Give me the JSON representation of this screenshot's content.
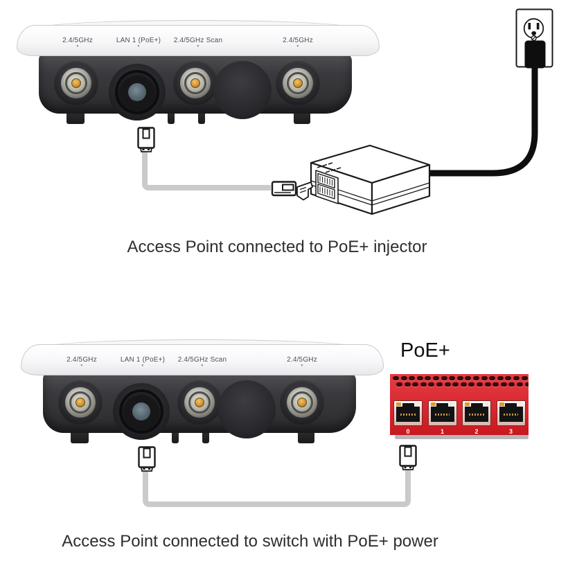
{
  "access_point": {
    "port_labels": [
      "2.4/5GHz",
      "LAN 1 (PoE+)",
      "2.4/5GHz Scan",
      "2.4/5GHz"
    ],
    "label_arrow": "▼"
  },
  "top_diagram": {
    "caption": "Access Point connected to PoE+ injector"
  },
  "bottom_diagram": {
    "caption": "Access Point connected to switch with PoE+ power",
    "switch_label": "PoE+",
    "switch_port_numbers": [
      "0",
      "1",
      "2",
      "3"
    ],
    "vents_per_row": 17
  },
  "colors": {
    "switch_red": "#e41b24",
    "switch_shadow": "#b6b7bb",
    "cable_gray": "#c9cacc",
    "cable_black": "#0e0e0e",
    "line_art": "#1a1a1a"
  }
}
